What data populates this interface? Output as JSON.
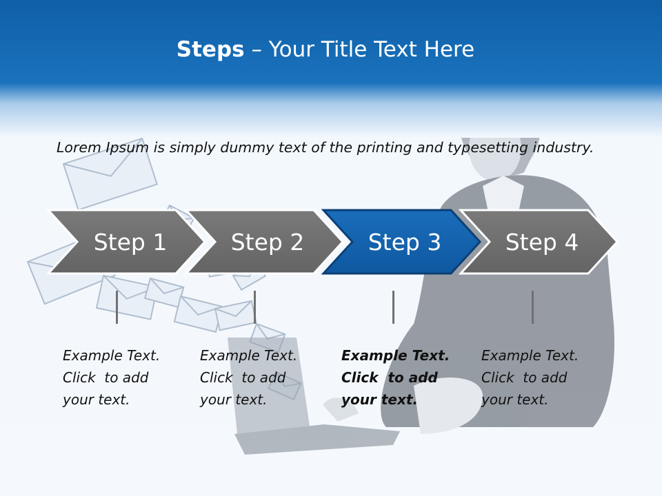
{
  "title": {
    "strong": "Steps",
    "rest": "– Your Title Text Here"
  },
  "intro": "Lorem Ipsum is simply dummy text of the printing and typesetting industry.",
  "steps": [
    {
      "label": "Step 1",
      "lines": [
        "Example Text.",
        "Click  to add",
        "your text."
      ]
    },
    {
      "label": "Step 2",
      "lines": [
        "Example Text.",
        "Click  to add",
        "your text."
      ]
    },
    {
      "label": "Step 3",
      "lines": [
        "Example Text.",
        "Click  to add",
        "your text."
      ]
    },
    {
      "label": "Step 4",
      "lines": [
        "Example Text.",
        "Click  to add",
        "your text."
      ]
    }
  ],
  "active_step": 3,
  "colors": {
    "header": "#1a72bd",
    "step_gray": "#6e6e6e",
    "step_active": "#1563ad"
  }
}
